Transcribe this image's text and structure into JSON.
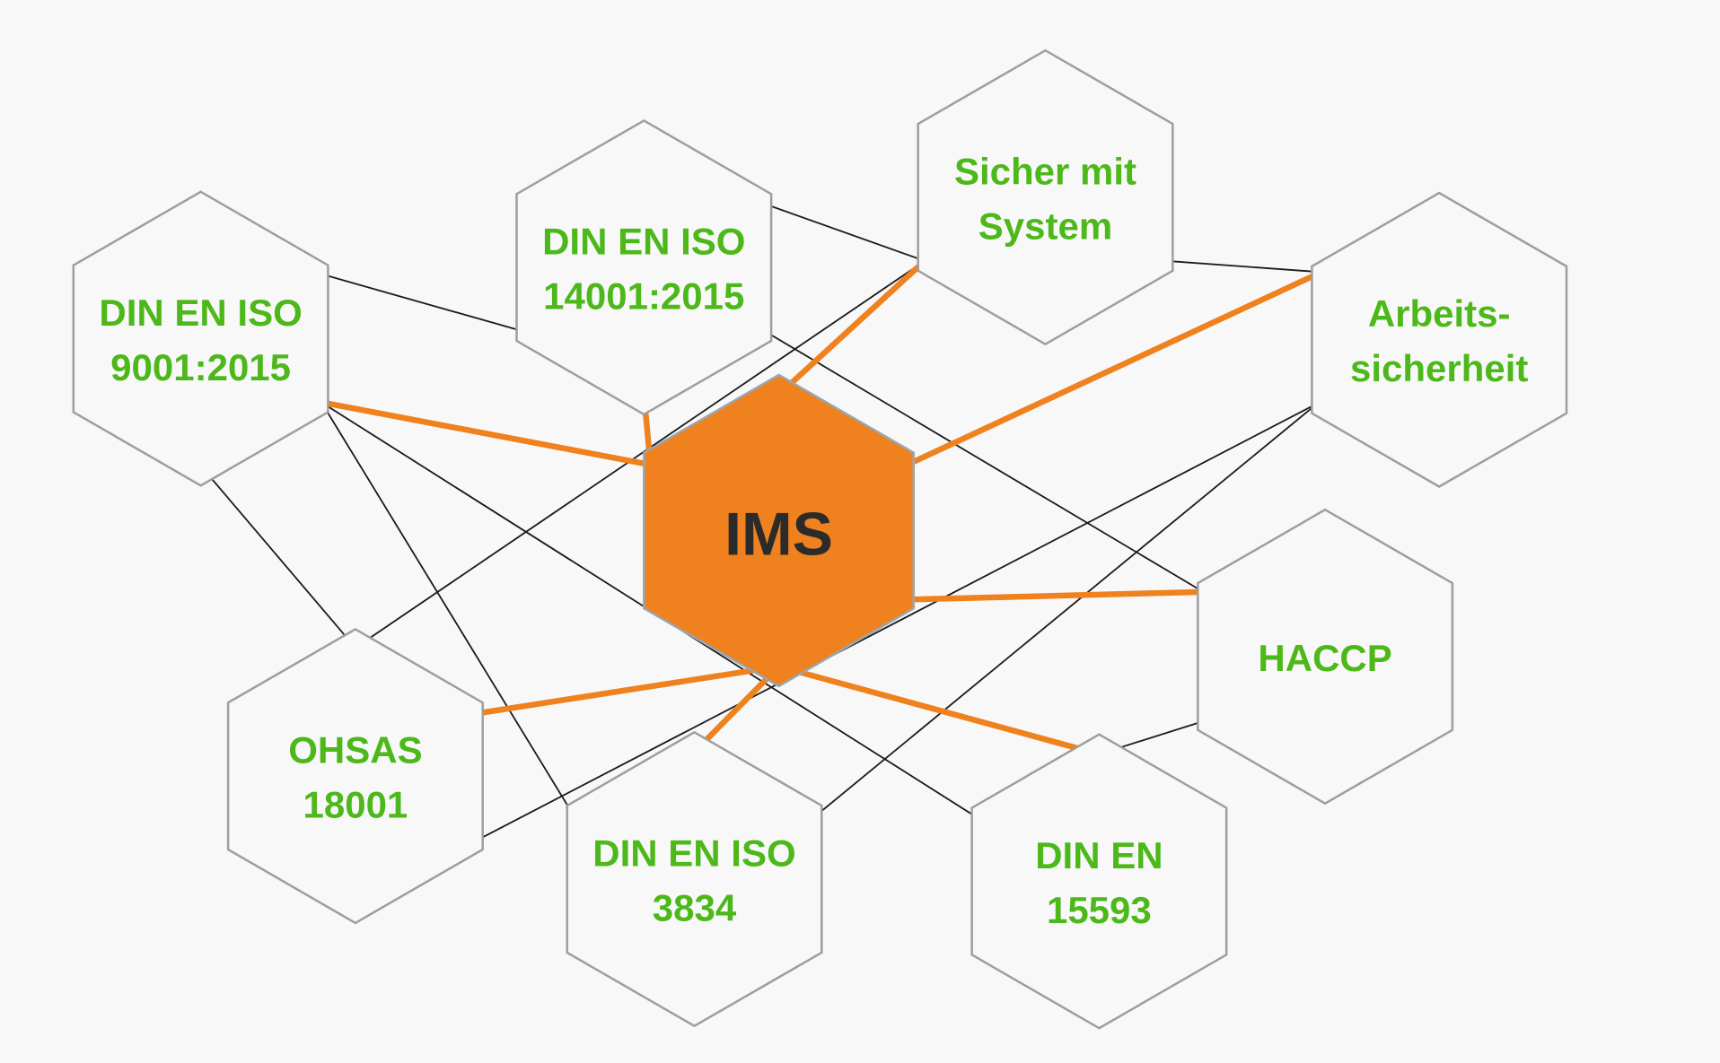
{
  "colors": {
    "background": "#f8f8f8",
    "hex_stroke": "#9e9e9e",
    "label_green": "#4cb81a",
    "accent_orange": "#ef811e",
    "center_text": "#2b2b2b",
    "connector_dark": "#1a1a1a"
  },
  "center": {
    "id": "ims",
    "label": "IMS"
  },
  "nodes": [
    {
      "id": "iso9001",
      "lines": [
        "DIN EN ISO",
        "9001:2015"
      ]
    },
    {
      "id": "iso14001",
      "lines": [
        "DIN EN ISO",
        "14001:2015"
      ]
    },
    {
      "id": "sicher",
      "lines": [
        "Sicher mit",
        "System"
      ]
    },
    {
      "id": "arbeit",
      "lines": [
        "Arbeits-",
        "sicherheit"
      ]
    },
    {
      "id": "haccp",
      "lines": [
        "HACCP"
      ]
    },
    {
      "id": "din15593",
      "lines": [
        "DIN EN",
        "15593"
      ]
    },
    {
      "id": "iso3834",
      "lines": [
        "DIN EN ISO",
        "3834"
      ]
    },
    {
      "id": "ohsas",
      "lines": [
        "OHSAS",
        "18001"
      ]
    }
  ]
}
